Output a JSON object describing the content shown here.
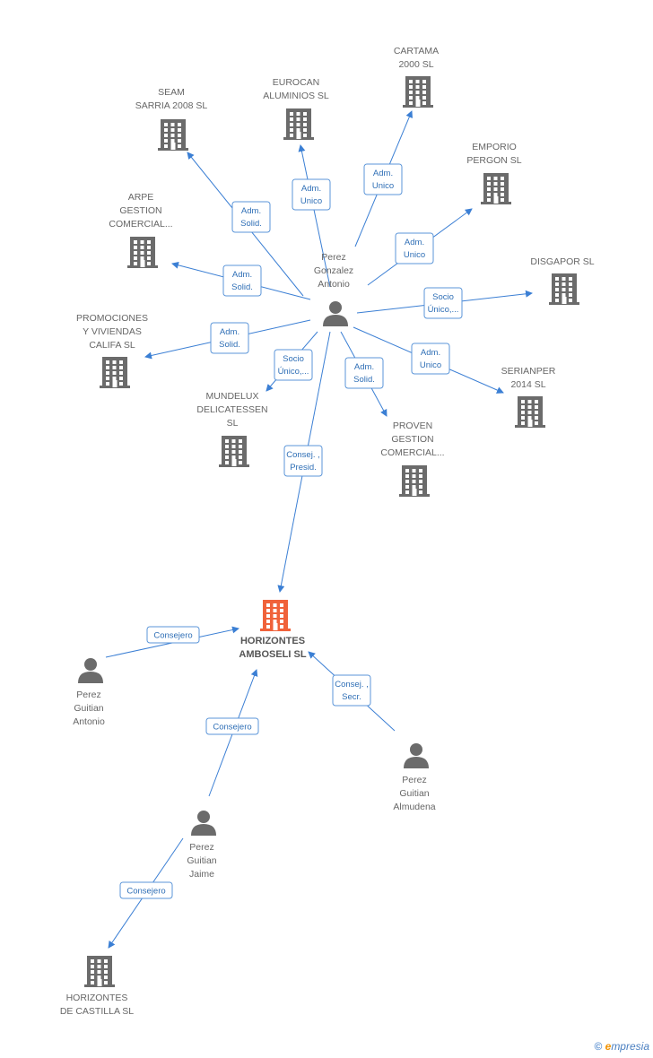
{
  "colors": {
    "edge": "#3b7fd4",
    "edge_label_border": "#5b95d8",
    "edge_label_text": "#2f6fb6",
    "node_icon": "#6b6b6b",
    "main_icon": "#f0623a",
    "label": "#666666"
  },
  "nodes": [
    {
      "id": "perez-gonzalez",
      "kind": "person",
      "lines": [
        "Perez",
        "Gonzalez",
        "Antonio"
      ]
    },
    {
      "id": "seam",
      "kind": "company",
      "lines": [
        "SEAM",
        "SARRIA 2008 SL"
      ]
    },
    {
      "id": "eurocan",
      "kind": "company",
      "lines": [
        "EUROCAN",
        "ALUMINIOS SL"
      ]
    },
    {
      "id": "cartama",
      "kind": "company",
      "lines": [
        "CARTAMA",
        "2000  SL"
      ]
    },
    {
      "id": "emporio",
      "kind": "company",
      "lines": [
        "EMPORIO",
        "PERGON  SL"
      ]
    },
    {
      "id": "arpe",
      "kind": "company",
      "lines": [
        "ARPE",
        "GESTION",
        "COMERCIAL..."
      ]
    },
    {
      "id": "disgapor",
      "kind": "company",
      "lines": [
        "DISGAPOR SL"
      ]
    },
    {
      "id": "promociones",
      "kind": "company",
      "lines": [
        "PROMOCIONES",
        "Y VIVIENDAS",
        "CALIFA SL"
      ]
    },
    {
      "id": "mundelux",
      "kind": "company",
      "lines": [
        "MUNDELUX",
        "DELICATESSEN",
        "SL"
      ]
    },
    {
      "id": "proven",
      "kind": "company",
      "lines": [
        "PROVEN",
        "GESTION",
        "COMERCIAL..."
      ]
    },
    {
      "id": "serianper",
      "kind": "company",
      "lines": [
        "SERIANPER",
        "2014  SL"
      ]
    },
    {
      "id": "horizontes-amboseli",
      "kind": "main",
      "lines": [
        "HORIZONTES",
        "AMBOSELI SL"
      ]
    },
    {
      "id": "perez-guitian-antonio",
      "kind": "person",
      "lines": [
        "Perez",
        "Guitian",
        "Antonio"
      ]
    },
    {
      "id": "perez-guitian-almudena",
      "kind": "person",
      "lines": [
        "Perez",
        "Guitian",
        "Almudena"
      ]
    },
    {
      "id": "perez-guitian-jaime",
      "kind": "person",
      "lines": [
        "Perez",
        "Guitian",
        "Jaime"
      ]
    },
    {
      "id": "horizontes-castilla",
      "kind": "company",
      "lines": [
        "HORIZONTES",
        "DE CASTILLA SL"
      ]
    }
  ],
  "edges": [
    {
      "from": "perez-gonzalez",
      "to": "seam",
      "label": [
        "Adm.",
        "Solid."
      ]
    },
    {
      "from": "perez-gonzalez",
      "to": "eurocan",
      "label": [
        "Adm.",
        "Unico"
      ]
    },
    {
      "from": "perez-gonzalez",
      "to": "cartama",
      "label": [
        "Adm.",
        "Unico"
      ]
    },
    {
      "from": "perez-gonzalez",
      "to": "emporio",
      "label": [
        "Adm.",
        "Unico"
      ]
    },
    {
      "from": "perez-gonzalez",
      "to": "arpe",
      "label": [
        "Adm.",
        "Solid."
      ]
    },
    {
      "from": "perez-gonzalez",
      "to": "disgapor",
      "label": [
        "Socio",
        "Único,..."
      ]
    },
    {
      "from": "perez-gonzalez",
      "to": "promociones",
      "label": [
        "Adm.",
        "Solid."
      ]
    },
    {
      "from": "perez-gonzalez",
      "to": "mundelux",
      "label": [
        "Socio",
        "Único,..."
      ]
    },
    {
      "from": "perez-gonzalez",
      "to": "proven",
      "label": [
        "Adm.",
        "Solid."
      ]
    },
    {
      "from": "perez-gonzalez",
      "to": "serianper",
      "label": [
        "Adm.",
        "Unico"
      ]
    },
    {
      "from": "perez-gonzalez",
      "to": "horizontes-amboseli",
      "label": [
        "Consej. ,",
        "Presid."
      ]
    },
    {
      "from": "perez-guitian-antonio",
      "to": "horizontes-amboseli",
      "label": [
        "Consejero"
      ]
    },
    {
      "from": "perez-guitian-almudena",
      "to": "horizontes-amboseli",
      "label": [
        "Consej. ,",
        "Secr."
      ]
    },
    {
      "from": "perez-guitian-jaime",
      "to": "horizontes-amboseli",
      "label": [
        "Consejero"
      ]
    },
    {
      "from": "perez-guitian-jaime",
      "to": "horizontes-castilla",
      "label": [
        "Consejero"
      ]
    }
  ],
  "footer": {
    "copyright": "©",
    "brand_initial": "e",
    "brand_rest": "mpresia"
  }
}
